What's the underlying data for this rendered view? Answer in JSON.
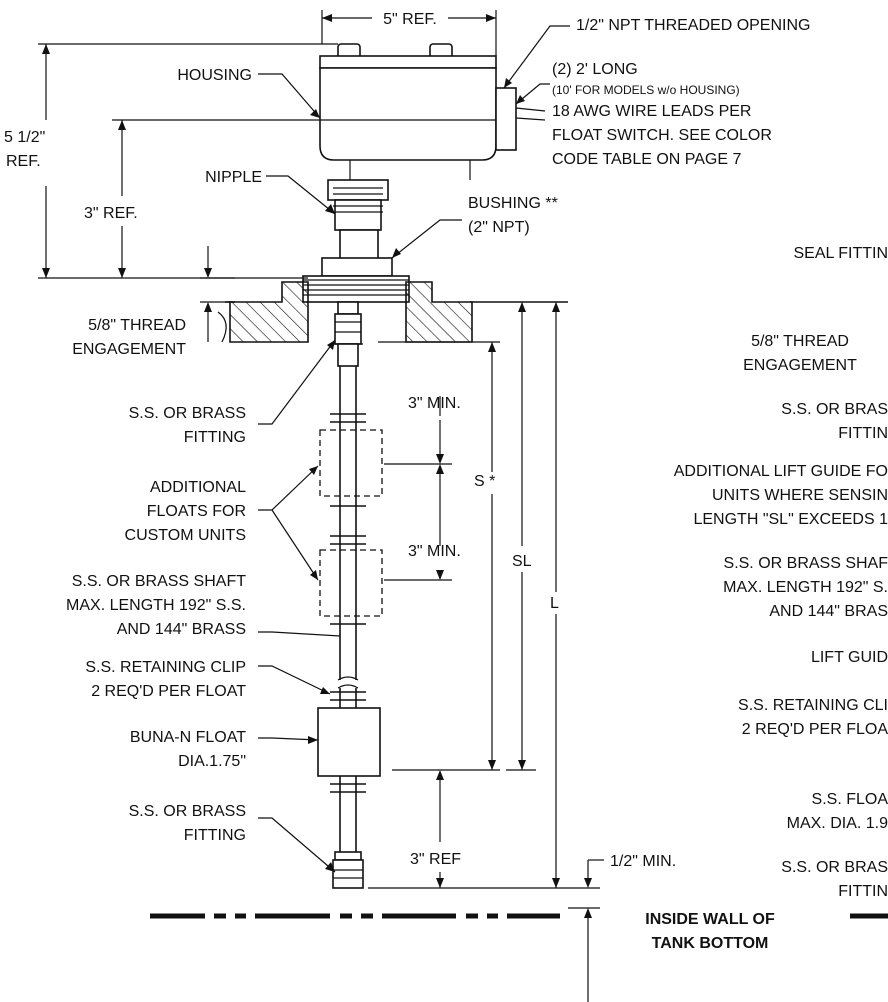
{
  "left": {
    "dim_top": "5\" REF.",
    "threaded_opening": "1/2\" NPT THREADED OPENING",
    "housing": "HOUSING",
    "leads_line1": "(2) 2' LONG",
    "leads_line2": "(10' FOR MODELS w/o HOUSING)",
    "leads_line3": "18 AWG WIRE LEADS PER",
    "leads_line4": "FLOAT SWITCH. SEE COLOR",
    "leads_line5": "CODE TABLE ON PAGE 7",
    "dim_55_line1": "5 1/2\"",
    "dim_55_line2": "REF.",
    "nipple": "NIPPLE",
    "dim_3ref": "3\" REF.",
    "bushing_line1": "BUSHING **",
    "bushing_line2": "(2\" NPT)",
    "thread_line1": "5/8\" THREAD",
    "thread_line2": "ENGAGEMENT",
    "fitting_top_line1": "S.S. OR BRASS",
    "fitting_top_line2": "FITTING",
    "floats_line1": "ADDITIONAL",
    "floats_line2": "FLOATS FOR",
    "floats_line3": "CUSTOM UNITS",
    "shaft_line1": "S.S. OR BRASS SHAFT",
    "shaft_line2": "MAX. LENGTH 192\" S.S.",
    "shaft_line3": "AND 144\" BRASS",
    "clip_line1": "S.S. RETAINING CLIP",
    "clip_line2": "2 REQ'D PER FLOAT",
    "float_line1": "BUNA-N FLOAT",
    "float_line2": "DIA.1.75\"",
    "fitting_bot_line1": "S.S. OR BRASS",
    "fitting_bot_line2": "FITTING",
    "dim_min1": "3\" MIN.",
    "dim_min2": "3\" MIN.",
    "dim_s": "S *",
    "dim_sl": "SL",
    "dim_l": "L",
    "dim_3ref_bottom": "3\" REF",
    "dim_half_min": "1/2\" MIN.",
    "tank_line1": "INSIDE WALL OF",
    "tank_line2": "TANK BOTTOM"
  },
  "right": {
    "seal_fitting": "SEAL FITTIN",
    "thread_line1": "5/8\" THREAD",
    "thread_line2": "ENGAGEMENT",
    "fitting_top_line1": "S.S. OR BRAS",
    "fitting_top_line2": "FITTIN",
    "guide_line1": "ADDITIONAL LIFT GUIDE FO",
    "guide_line2": "UNITS WHERE SENSIN",
    "guide_line3": "LENGTH \"SL\" EXCEEDS 1",
    "shaft_line1": "S.S. OR BRASS SHAF",
    "shaft_line2": "MAX. LENGTH 192\" S.",
    "shaft_line3": "AND 144\" BRAS",
    "lift_guide": "LIFT GUID",
    "clip_line1": "S.S. RETAINING CLI",
    "clip_line2": "2 REQ'D PER FLOA",
    "float_line1": "S.S. FLOA",
    "float_line2": "MAX. DIA. 1.9",
    "fitting_bot_line1": "S.S. OR BRAS",
    "fitting_bot_line2": "FITTIN"
  }
}
